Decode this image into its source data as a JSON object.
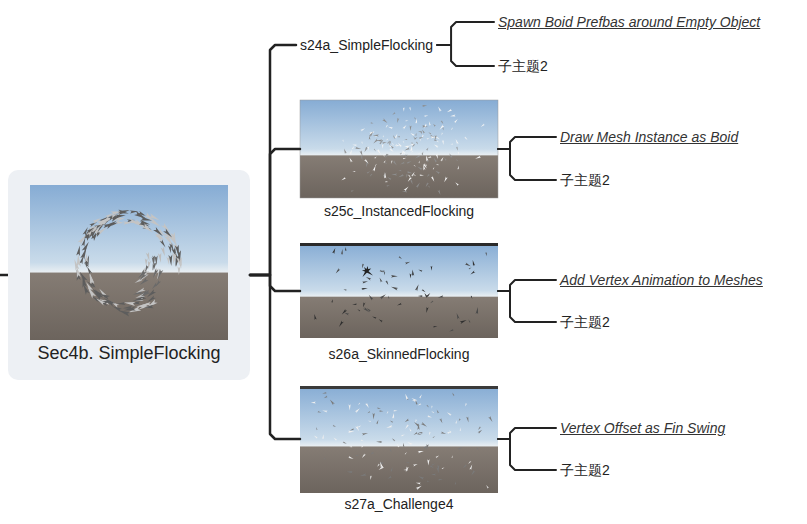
{
  "diagram": {
    "nodes": [
      {
        "text": [
          "Sec4b. SimpleFlocking"
        ]
      },
      {
        "text": [
          "s24a_SimpleFlocking"
        ]
      },
      {
        "text": [
          "Spawn Boid Prefbas around Empty Object"
        ]
      },
      {
        "text": [
          "子主题2"
        ]
      },
      {
        "text": [
          "s25c_InstancedFlocking"
        ]
      },
      {
        "text": [
          "Draw Mesh Instance as Boid"
        ]
      },
      {
        "text": [
          "子主题2"
        ]
      },
      {
        "text": [
          "s26a_SkinnedFlocking"
        ]
      },
      {
        "text": [
          "Add Vertex Animation to Meshes"
        ]
      },
      {
        "text": [
          "子主题2"
        ]
      },
      {
        "text": [
          "s27a_Challenge4"
        ]
      },
      {
        "text": [
          "Vertex Offset as Fin Swing"
        ]
      },
      {
        "text": [
          "子主题2"
        ]
      }
    ],
    "edges": [
      {
        "from": 0,
        "to": 1,
        "arrow": "none"
      },
      {
        "from": 0,
        "to": 4,
        "arrow": "none"
      },
      {
        "from": 0,
        "to": 7,
        "arrow": "none"
      },
      {
        "from": 0,
        "to": 10,
        "arrow": "none"
      },
      {
        "from": 1,
        "to": 2,
        "arrow": "none"
      },
      {
        "from": 1,
        "to": 3,
        "arrow": "none"
      },
      {
        "from": 4,
        "to": 5,
        "arrow": "none"
      },
      {
        "from": 4,
        "to": 6,
        "arrow": "none"
      },
      {
        "from": 7,
        "to": 8,
        "arrow": "none"
      },
      {
        "from": 7,
        "to": 9,
        "arrow": "none"
      },
      {
        "from": 10,
        "to": 11,
        "arrow": "none"
      },
      {
        "from": 10,
        "to": 12,
        "arrow": "none"
      }
    ]
  }
}
